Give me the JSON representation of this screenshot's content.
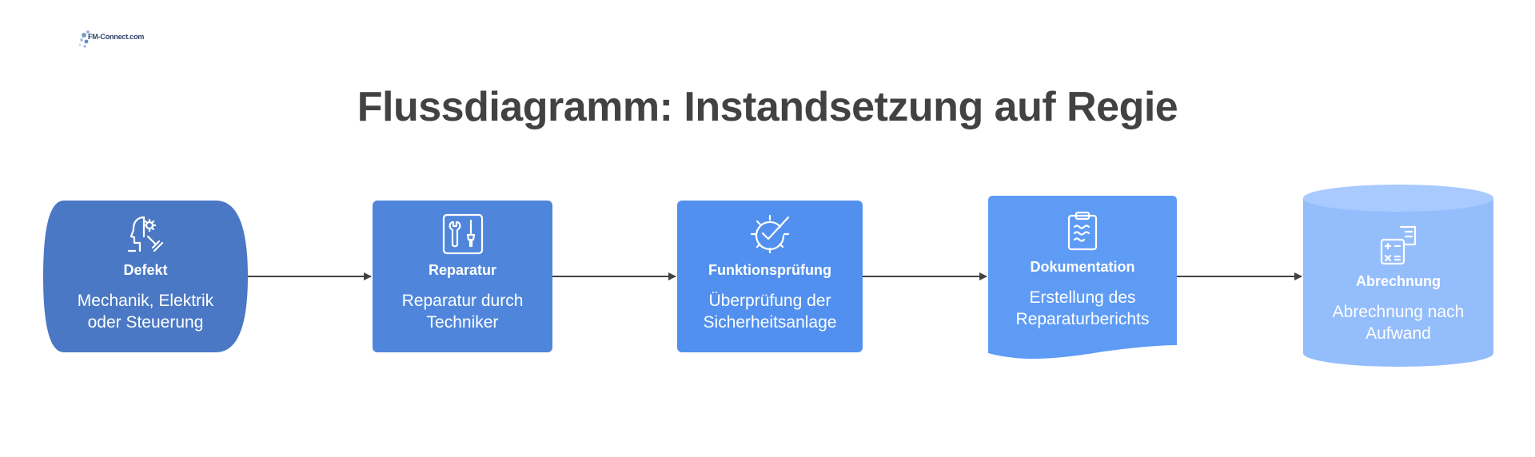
{
  "logo": {
    "text": "FM-Connect.com"
  },
  "title": "Flussdiagramm: Instandsetzung auf Regie",
  "colors": {
    "node1": "#4a78c4",
    "node2": "#4f86db",
    "node3": "#5190ef",
    "node4": "#5e9bf5",
    "node5": "#94bdfb",
    "node5_top": "#a8caff",
    "arrow": "#424242",
    "text": "#ffffff",
    "title": "#424242"
  },
  "nodes": [
    {
      "label": "Defekt",
      "description": "Mechanik, Elektrik\noder Steuerung",
      "shape": "terminator",
      "icon": "person-gear-icon"
    },
    {
      "label": "Reparatur",
      "description": "Reparatur durch\nTechniker",
      "shape": "process",
      "icon": "tools-icon"
    },
    {
      "label": "Funktionsprüfung",
      "description": "Überprüfung der\nSicherheitsanlage",
      "shape": "process",
      "icon": "gear-check-icon"
    },
    {
      "label": "Dokumentation",
      "description": "Erstellung des\nReparaturberichts",
      "shape": "document",
      "icon": "clipboard-icon"
    },
    {
      "label": "Abrechnung",
      "description": "Abrechnung nach\nAufwand",
      "shape": "database",
      "icon": "calculator-icon"
    }
  ]
}
